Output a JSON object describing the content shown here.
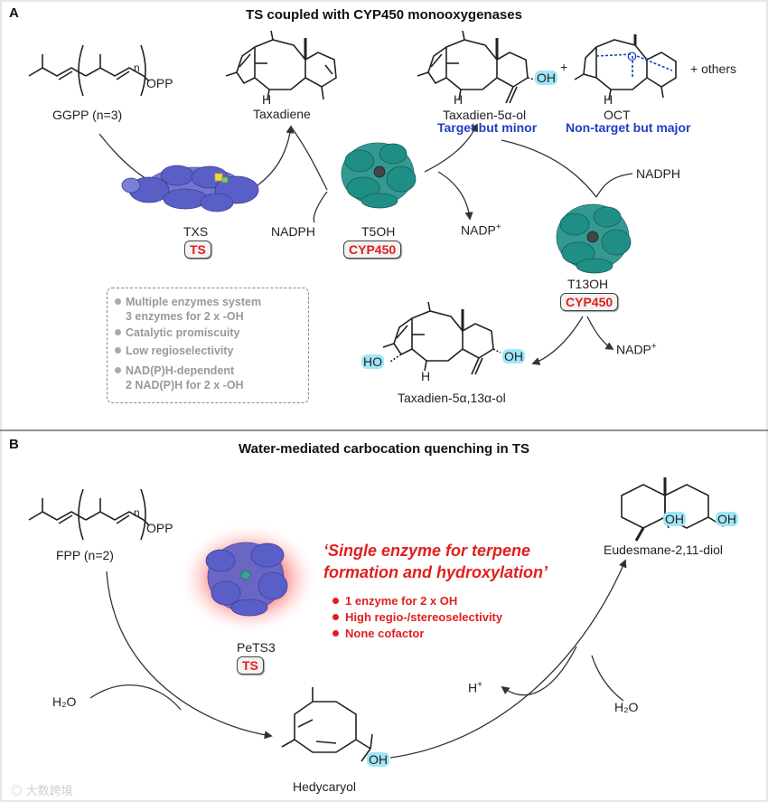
{
  "panel_a": {
    "letter": "A",
    "title": "TS coupled with CYP450 monooxygenases",
    "ggpp": {
      "label": "GGPP (n=3)",
      "opp": "OPP",
      "n": "n"
    },
    "taxadiene": {
      "label": "Taxadiene",
      "h": "H"
    },
    "taxadienol": {
      "label": "Taxadien-5α-ol",
      "h": "H",
      "oh": "OH",
      "note": "Target but minor"
    },
    "plus1": "+",
    "oct": {
      "label": "OCT",
      "h": "H",
      "o": "O",
      "note": "Non-target but major"
    },
    "plus_others": "+  others",
    "txs": {
      "label": "TXS",
      "badge": "TS"
    },
    "t5oh": {
      "label": "T5OH",
      "badge": "CYP450"
    },
    "t13oh": {
      "label": "T13OH",
      "badge": "CYP450"
    },
    "nadph_1": "NADPH",
    "nadp_1": "NADP",
    "nadph_2": "NADPH",
    "nadp_2": "NADP",
    "plus_sup": "+",
    "diol": {
      "label": "Taxadien-5α,13α-ol",
      "h": "H",
      "ho": "HO",
      "oh": "OH"
    },
    "issues": [
      {
        "line1": "Multiple enzymes system",
        "line2": "3 enzymes for 2 x -OH"
      },
      {
        "line1": "Catalytic promiscuity",
        "line2": ""
      },
      {
        "line1": "Low regioselectivity",
        "line2": ""
      },
      {
        "line1": "NAD(P)H-dependent",
        "line2": "2 NAD(P)H for 2 x -OH"
      }
    ]
  },
  "panel_b": {
    "letter": "B",
    "title": "Water-mediated carbocation quenching in TS",
    "fpp": {
      "label": "FPP (n=2)",
      "opp": "OPP",
      "n": "n"
    },
    "enzyme": {
      "label": "PeTS3",
      "badge": "TS"
    },
    "quote_line1": "‘Single enzyme for  terpene",
    "quote_line2": "formation and hydroxylation’",
    "features": [
      "1 enzyme for 2 x OH",
      "High regio-/stereoselectivity",
      "None cofactor"
    ],
    "eudesmane": {
      "label": "Eudesmane-2,11-diol",
      "oh1": "OH",
      "oh2": "OH"
    },
    "hedycaryol": {
      "label": "Hedycaryol",
      "oh": "OH"
    },
    "h2o_left": "H₂O",
    "h2o_right": "H₂O",
    "hplus": "H",
    "hplus_sup": "+"
  },
  "watermark": "大数跨境",
  "colors": {
    "accent_red": "#e0201e",
    "accent_blue": "#1f3fbf",
    "oh_highlight": "#9fe6f7",
    "protein_purple": "#5a5fc8",
    "protein_teal": "#1f8f86"
  }
}
